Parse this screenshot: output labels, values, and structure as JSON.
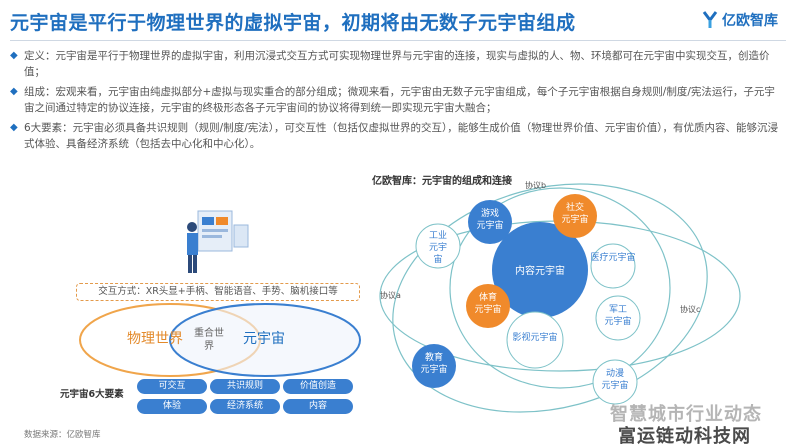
{
  "header": {
    "title": "元宇宙是平行于物理世界的虚拟宇宙，初期将由无数子元宇宙组成",
    "logo_text": "亿欧智库"
  },
  "bullets": [
    "定义：元宇宙是平行于物理世界的虚拟宇宙，利用沉浸式交互方式可实现物理世界与元宇宙的连接，现实与虚拟的人、物、环境都可在元宇宙中实现交互，创造价值；",
    "组成：宏观来看，元宇宙由纯虚拟部分+虚拟与现实重合的部分组成；微观来看，元宇宙由无数子元宇宙组成，每个子元宇宙根据自身规则/制度/宪法运行，子元宇宙之间通过特定的协议连接，元宇宙的终极形态各子元宇宙间的协议将得到统一即实现元宇宙大融合；",
    "6大要素：元宇宙必须具备共识规则（规则/制度/宪法），可交互性（包括仅虚拟世界的交互），能够生成价值（物理世界价值、元宇宙价值），有优质内容、能够沉浸式体验、具备经济系统（包括去中心化和中心化）。"
  ],
  "left_diagram": {
    "interaction_modes": "交互方式：XR头显+手柄、智能语音、手势、脑机接口等",
    "physical_world": "物理世界",
    "metaverse": "元宇宙",
    "overlap": "重合世界",
    "six_elements_label": "元宇宙6大要素",
    "elements": [
      "可交互",
      "共识规则",
      "价值创造",
      "体验",
      "经济系统",
      "内容"
    ]
  },
  "right_diagram": {
    "title": "亿欧智库：元宇宙的组成和连接",
    "center": "内容元宇宙",
    "nodes": [
      {
        "label": "游戏元宇宙",
        "color": "#3a7fd0"
      },
      {
        "label": "社交元宇宙",
        "color": "#f08a2b"
      },
      {
        "label": "工业元宇宙",
        "color": "#ffffff"
      },
      {
        "label": "医疗元宇宙",
        "color": "#ffffff"
      },
      {
        "label": "体育元宇宙",
        "color": "#f08a2b"
      },
      {
        "label": "军工元宇宙",
        "color": "#ffffff"
      },
      {
        "label": "影视元宇宙",
        "color": "#ffffff"
      },
      {
        "label": "教育元宇宙",
        "color": "#3a7fd0"
      },
      {
        "label": "动漫元宇宙",
        "color": "#ffffff"
      }
    ],
    "protocols": [
      "协议b",
      "协议a",
      "协议c"
    ]
  },
  "source": "数据来源：亿欧智库",
  "watermark": [
    "智慧城市行业动态",
    "富运链动科技网"
  ]
}
